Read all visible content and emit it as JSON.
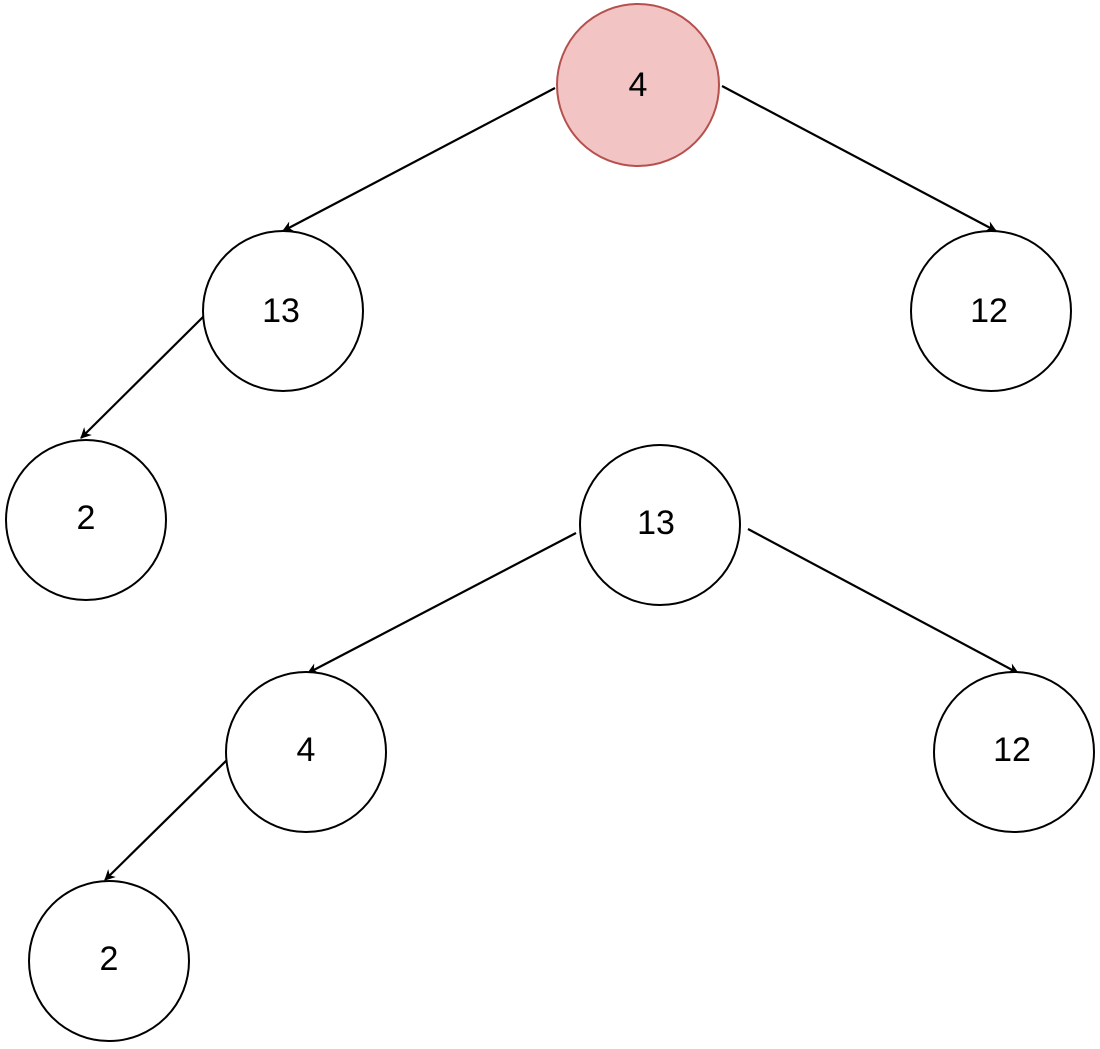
{
  "colors": {
    "highlight_fill": "#f2c4c4",
    "highlight_stroke": "#b5504d",
    "node_fill": "#ffffff",
    "stroke": "#000000"
  },
  "trees": [
    {
      "nodes": [
        {
          "id": "a",
          "label": "4",
          "highlighted": true
        },
        {
          "id": "b",
          "label": "13",
          "highlighted": false
        },
        {
          "id": "c",
          "label": "12",
          "highlighted": false
        },
        {
          "id": "d",
          "label": "2",
          "highlighted": false
        }
      ],
      "edges": [
        {
          "from": "a",
          "to": "b"
        },
        {
          "from": "a",
          "to": "c"
        },
        {
          "from": "b",
          "to": "d"
        }
      ]
    },
    {
      "nodes": [
        {
          "id": "e",
          "label": "13",
          "highlighted": false
        },
        {
          "id": "f",
          "label": "4",
          "highlighted": false
        },
        {
          "id": "g",
          "label": "12",
          "highlighted": false
        },
        {
          "id": "h",
          "label": "2",
          "highlighted": false
        }
      ],
      "edges": [
        {
          "from": "e",
          "to": "f"
        },
        {
          "from": "e",
          "to": "g"
        },
        {
          "from": "f",
          "to": "h"
        }
      ]
    }
  ]
}
